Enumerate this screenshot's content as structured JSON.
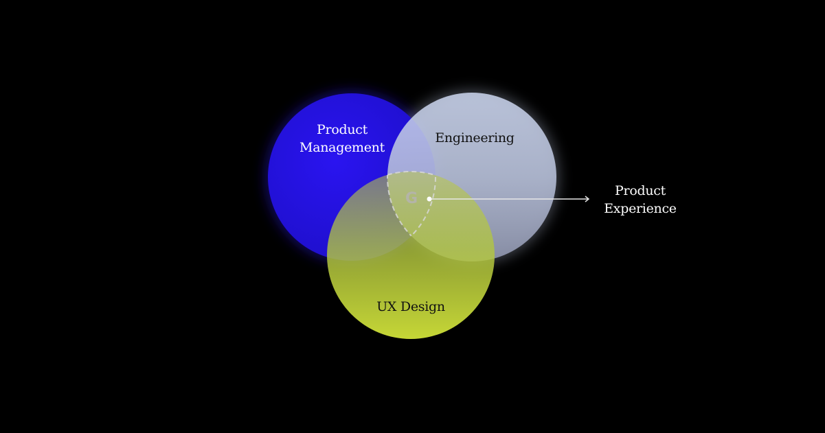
{
  "diagram": {
    "type": "venn",
    "sets": [
      {
        "label_lines": [
          "Product",
          "Management"
        ],
        "color": "#2412e6"
      },
      {
        "label_lines": [
          "Engineering"
        ],
        "color": "#c8d3ee"
      },
      {
        "label_lines": [
          "UX Design"
        ],
        "color": "#c5d637"
      }
    ],
    "intersection": {
      "label_lines": [
        "Product",
        "Experience"
      ],
      "logo_text": "G"
    }
  }
}
